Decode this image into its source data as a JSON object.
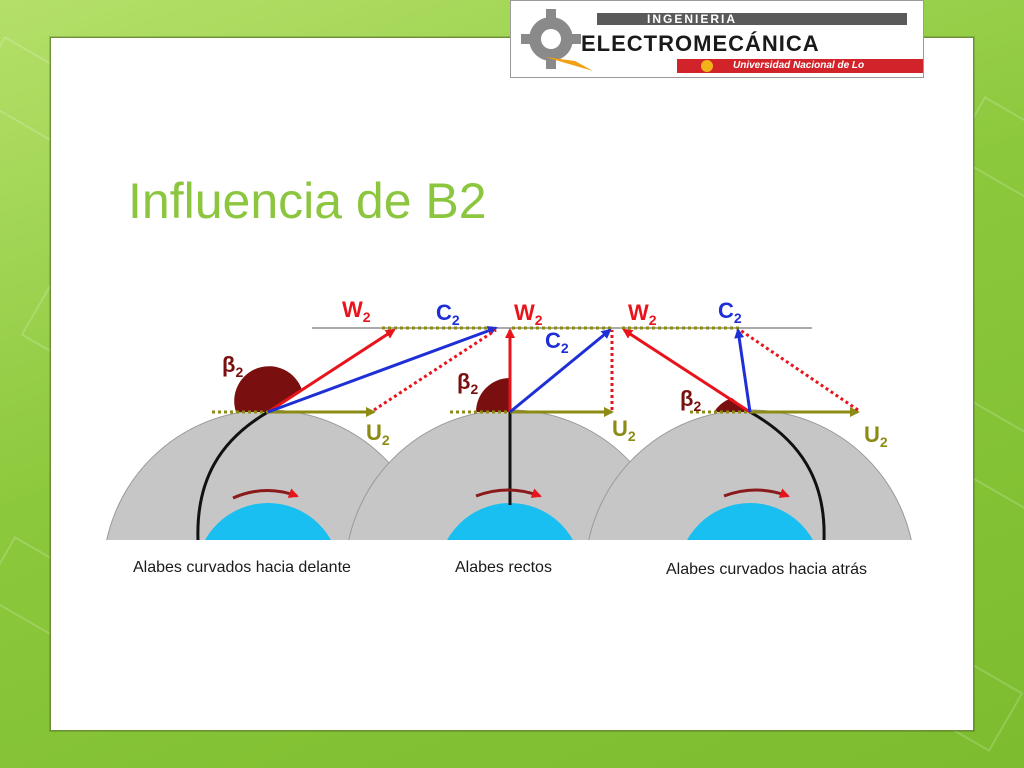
{
  "logo": {
    "top_text": "INGENIERIA",
    "main_text": "ELECTROMECÁNICA",
    "university": "Universidad Nacional de Lo"
  },
  "slide": {
    "title": "Influencia de B2"
  },
  "diagram": {
    "labels": {
      "w": "W",
      "c": "C",
      "u": "U",
      "beta": "β",
      "sub": "2"
    },
    "captions": {
      "forward": "Alabes curvados hacia delante",
      "radial": "Alabes rectos",
      "backward": "Alabes curvados hacia atrás"
    },
    "colors": {
      "w": "#e8141c",
      "c": "#1e2fd6",
      "u": "#8b8b16",
      "beta": "#7a0f0f",
      "disk": "#c6c6c6",
      "hub": "#19bff0"
    }
  }
}
